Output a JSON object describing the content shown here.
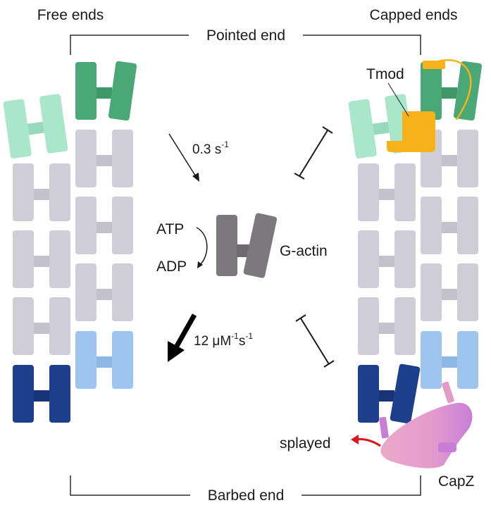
{
  "colors": {
    "grey_subunit": "#cfcdd8",
    "grey_link": "#c3c1cc",
    "light_green": "#a9e6ca",
    "dark_green": "#4aa877",
    "light_blue": "#9ec5ef",
    "dark_blue": "#1d3f8c",
    "g_actin": "#7d787e",
    "tmod": "#f7b21a",
    "capz": "#e29bc6",
    "red_arrow": "#e0151d",
    "line": "#2b2b2b"
  },
  "labels": {
    "free_ends": "Free ends",
    "capped_ends": "Capped ends",
    "pointed_end": "Pointed end",
    "barbed_end": "Barbed end",
    "tmod": "Tmod",
    "g_actin": "G-actin",
    "atp": "ATP",
    "adp": "ADP",
    "splayed": "splayed",
    "capz": "CapZ",
    "rate_off_value": "0.3 s",
    "rate_off_exp": "-1",
    "rate_on_value": "12 μM",
    "rate_on_exp1": "-1",
    "rate_on_unit2": "s",
    "rate_on_exp2": "-1"
  },
  "icons": {
    "off_rate_arrow": "thin-arrow-down-right",
    "on_rate_arrow": "thick-arrow-down-left",
    "hydration_arrow": "curved-arrow-down",
    "block_pointed": "t-bar-blocked",
    "block_barbed": "t-bar-blocked",
    "splay_arrow": "red-curved-arrow-left"
  }
}
